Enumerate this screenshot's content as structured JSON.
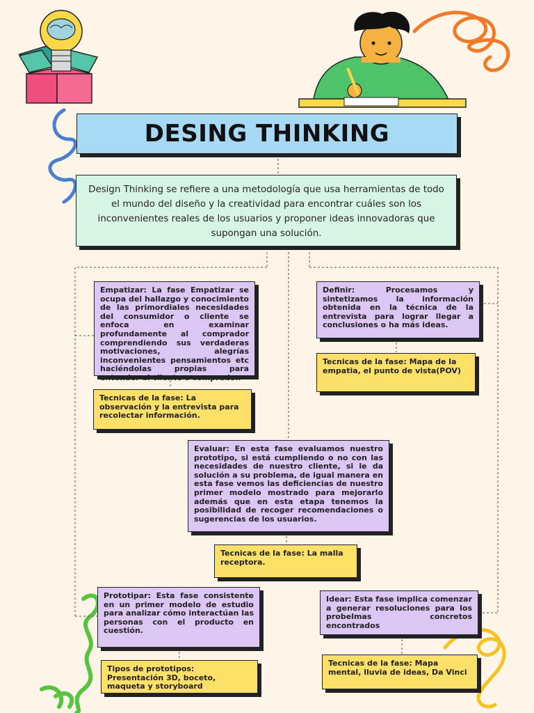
{
  "title": "DESING THINKING",
  "intro": "Design Thinking se refiere a una metodología que usa herramientas de todo el mundo del diseño y la creatividad para encontrar cuáles son los inconvenientes reales de los usuarios y proponer ideas innovadoras que supongan una solución.",
  "phases": {
    "empatizar": {
      "description": "Empatizar: La fase Empatizar se ocupa del hallazgo y conocimiento de las primordiales necesidades del consumidor o cliente se enfoca en examinar profundamente al comprador comprendiendo sus verdaderas motivaciones, alegrías inconvenientes pensamientos etc haciéndolas propias para entender al cliente o comprador.",
      "techniques": "Tecnicas de la fase: La observación y la entrevista para recolectar información."
    },
    "definir": {
      "description": "Definir: Procesamos y sintetizamos la información obtenida en la técnica de la entrevista para lograr llegar a conclusiones o ha más ideas.",
      "techniques": "Tecnicas de la fase:  Mapa de la empatia, el punto de vista(POV)"
    },
    "evaluar": {
      "description": "Evaluar: En esta fase evaluamos nuestro prototipo, si está cumpliendo o no con las necesidades de nuestro cliente, si le da solución a su problema, de igual manera en esta fase vemos las deficiencias de nuestro primer modelo mostrado para mejorarlo además que en esta etapa tenemos la posibilidad de recoger recomendaciones o sugerencias de los usuarios.",
      "techniques": "Tecnicas de la fase: La malla receptora."
    },
    "prototipar": {
      "description": "Prototipar:  Esta fase consistente en un primer modelo de estudio para analizar cómo interactúan las personas con el producto en cuestión.",
      "techniques": "Tipos de prototipos:  Presentación 3D, boceto, maqueta y storyboard"
    },
    "idear": {
      "description": "Idear: Esta fase implica comenzar a generar resoluciones para los probelmas concretos encontrados",
      "techniques": "Tecnicas de la fase:  Mapa mental, lluvia de ideas, Da Vinci"
    }
  },
  "decorations": [
    "lightbulb-brain-box-icon",
    "boy-writing-illustration",
    "orange-squiggle",
    "blue-squiggle",
    "green-squiggle",
    "yellow-squiggle"
  ],
  "colors": {
    "background": "#fdf5e8",
    "title_box": "#a7d9f4",
    "intro_box": "#d7f5e5",
    "phase_box": "#dcc6f4",
    "technique_box": "#fde06a",
    "border": "#222222"
  }
}
